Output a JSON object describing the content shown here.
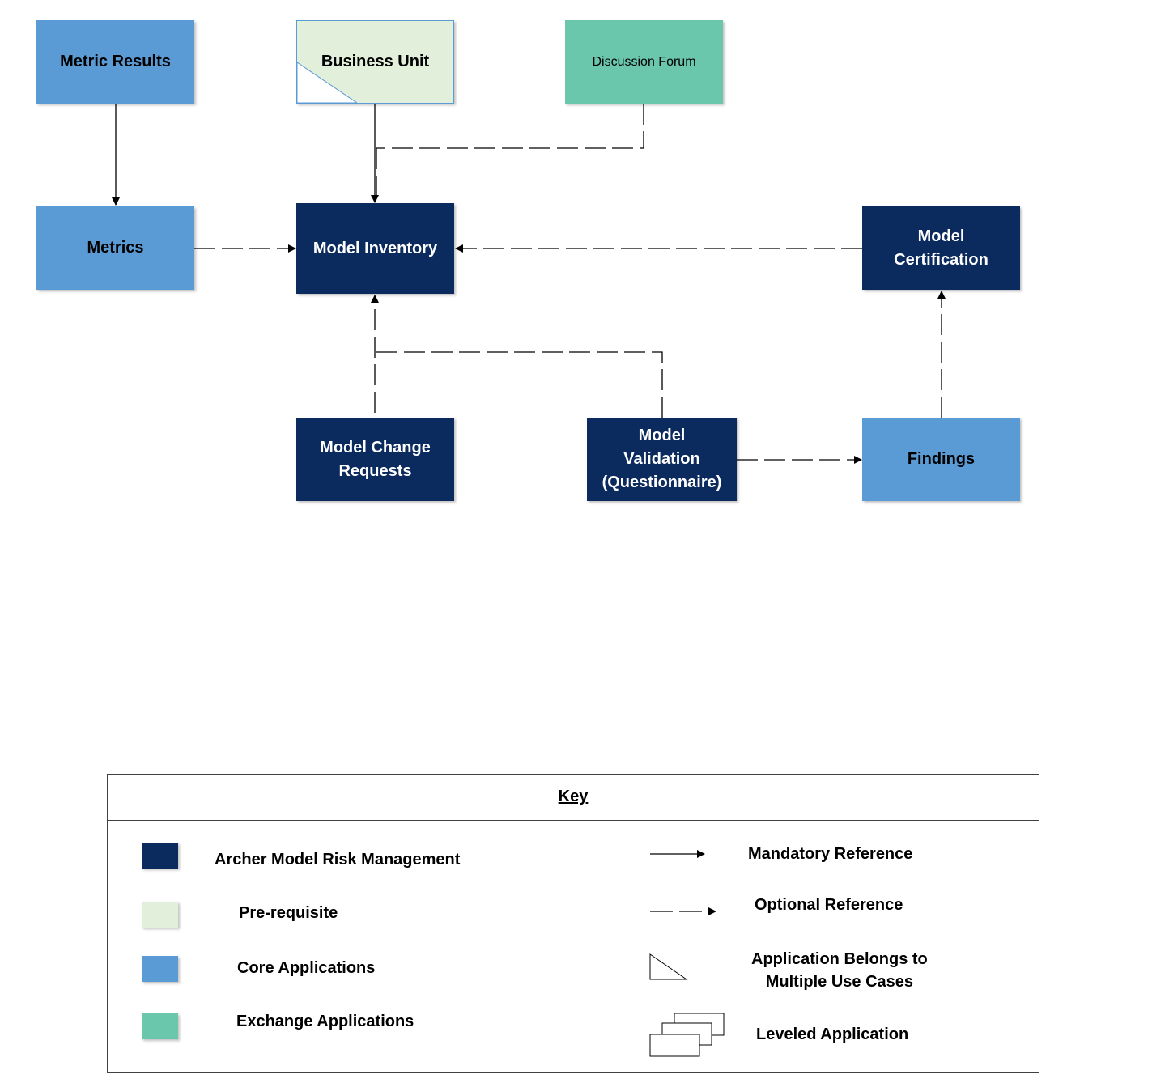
{
  "nodes": {
    "metric_results": "Metric Results",
    "business_unit": "Business Unit",
    "discussion_forum": "Discussion Forum",
    "metrics": "Metrics",
    "model_inventory": "Model Inventory",
    "model_certification": "Model\nCertification",
    "model_change_requests": "Model Change\nRequests",
    "model_validation": "Model\nValidation\n(Questionnaire)",
    "findings": "Findings"
  },
  "key": {
    "title": "Key",
    "archer_mrm": "Archer Model Risk Management",
    "prerequisite": "Pre-requisite",
    "core_applications": "Core Applications",
    "exchange_applications": "Exchange Applications",
    "mandatory_reference": "Mandatory Reference",
    "optional_reference": "Optional Reference",
    "belongs_multiple": "Application Belongs to\nMultiple Use Cases",
    "leveled_application": "Leveled Application"
  },
  "colors": {
    "mrm": "#0b2a5e",
    "prerequisite": "#e2efda",
    "core": "#5b9bd5",
    "exchange": "#6bc7ab"
  },
  "icons": {
    "mandatory": "solid-arrow-icon",
    "optional": "dashed-arrow-icon",
    "multiple_use": "corner-triangle-icon",
    "leveled": "stacked-pages-icon"
  }
}
